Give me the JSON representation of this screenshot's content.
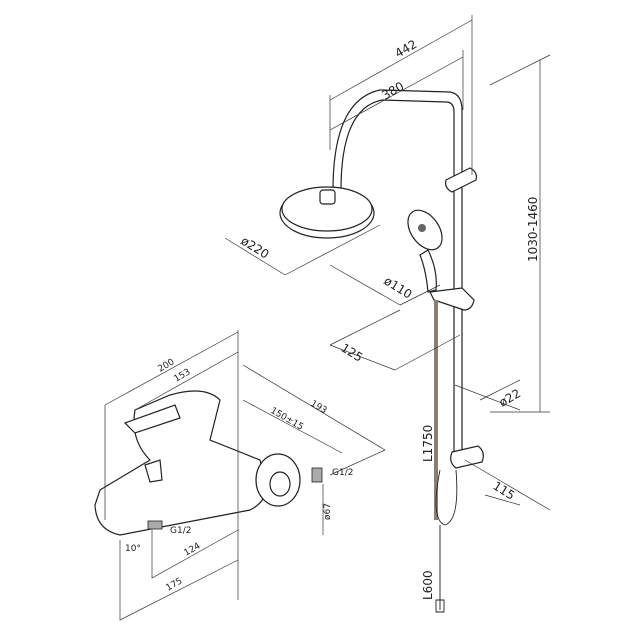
{
  "shower_set": {
    "arm_total_width": "442",
    "arm_reach": "380",
    "height_range": "1030-1460",
    "head_diameter": "ø220",
    "hand_shower_diameter": "ø110",
    "holder_offset": "125",
    "rail_diameter": "ø22",
    "hose_length": "L1750",
    "lower_bracket_depth": "115",
    "lower_hose_length": "L600"
  },
  "mixer": {
    "total_length": "200",
    "body_length": "153",
    "depth": "193",
    "wall_offset": "150±15",
    "inlet_thread": "G1/2",
    "escutcheon_diameter": "ø67",
    "outlet_thread": "G1/2",
    "spout_angle": "10°",
    "outlet_distance": "124",
    "spout_reach": "175"
  },
  "colors": {
    "line": "#222222",
    "hose": "#8a7f72"
  }
}
